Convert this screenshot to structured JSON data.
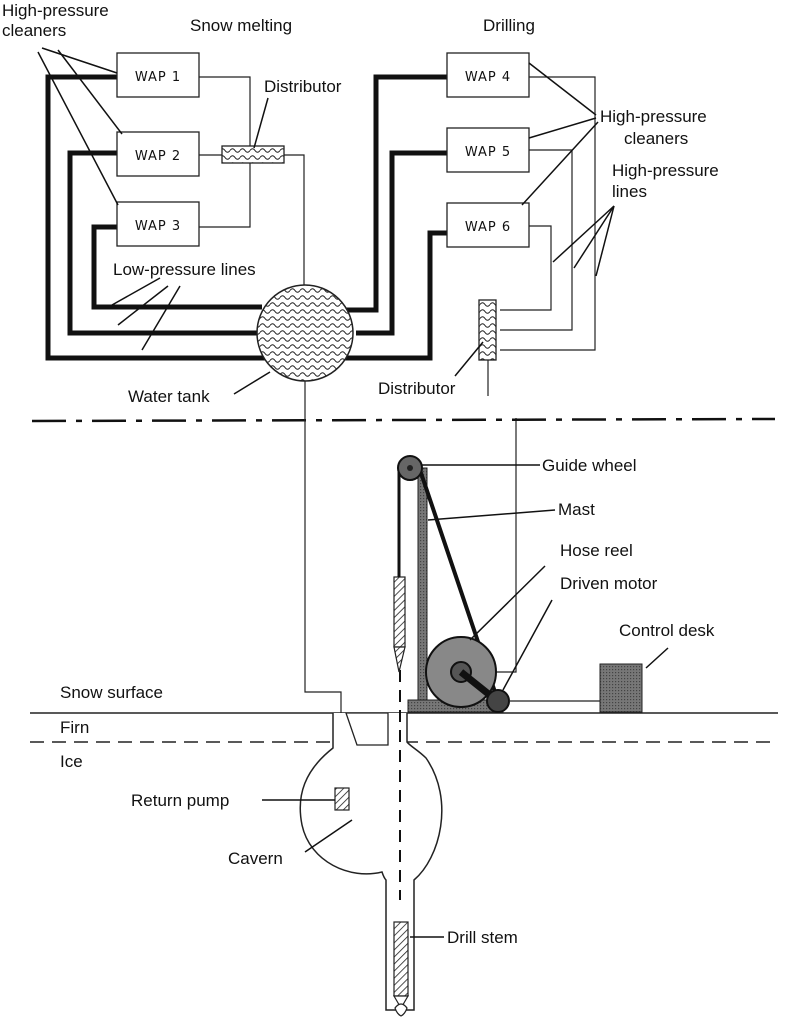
{
  "labels": {
    "hp_cleaners_left": [
      "High-pressure",
      "cleaners"
    ],
    "snow_melting": "Snow melting",
    "drilling": "Drilling",
    "distributor_top": "Distributor",
    "hp_cleaners_right": [
      "High-pressure",
      "cleaners"
    ],
    "hp_lines": [
      "High-pressure",
      "lines"
    ],
    "lp_lines": "Low-pressure lines",
    "water_tank": "Water tank",
    "distributor_bottom": "Distributor",
    "guide_wheel": "Guide wheel",
    "mast": "Mast",
    "hose_reel": "Hose reel",
    "driven_motor": "Driven motor",
    "control_desk": "Control desk",
    "snow_surface": "Snow surface",
    "firn": "Firn",
    "ice": "Ice",
    "return_pump": "Return pump",
    "cavern": "Cavern",
    "drill_stem": "Drill stem"
  },
  "units": [
    "WAP 1",
    "WAP 2",
    "WAP 3",
    "WAP 4",
    "WAP 5",
    "WAP 6"
  ]
}
